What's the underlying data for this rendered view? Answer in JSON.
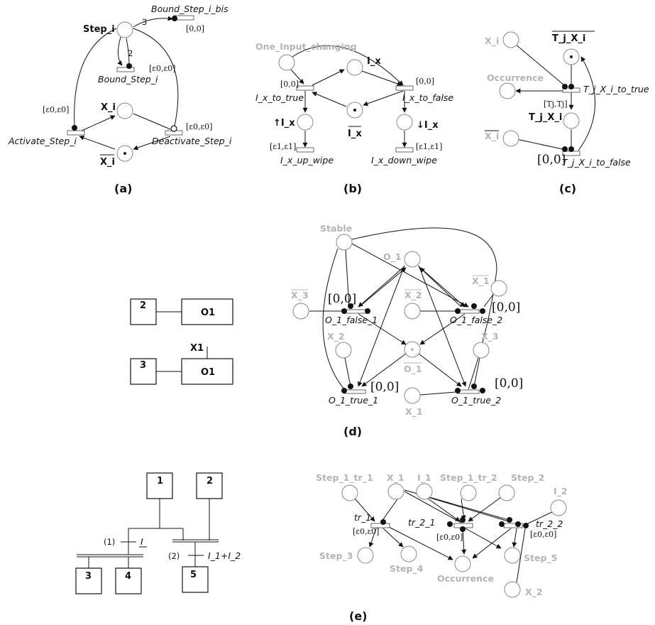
{
  "panels": {
    "a": {
      "caption": "(a)",
      "step_i": "Step_i",
      "bound_step_i_bis": "Bound_Step_i_bis",
      "bound_step_i": "Bound_Step_i",
      "x_i": "X_i",
      "x_i_bar": "X_i",
      "activate_step_i": "Activate_Step_i",
      "deactivate_step_i": "Deactivate_Step_i",
      "weight_3": "3",
      "weight_2": "2",
      "interval_00": "[0,0]",
      "interval_e0": "[ε0,ε0]"
    },
    "b": {
      "caption": "(b)",
      "one_input_changing": "One_Input_changing",
      "i_x": "I_x",
      "i_x_bar": "I_x",
      "i_x_to_true": "I_x_to_true",
      "i_x_to_false": "I_x_to_false",
      "up_i_x": "↑I_x",
      "down_i_x": "↓I_x",
      "i_x_up_wipe": "I_x_up_wipe",
      "i_x_down_wipe": "I_x_down_wipe",
      "interval_00": "[0,0]",
      "interval_e1": "[ε1,ε1]"
    },
    "c": {
      "caption": "(c)",
      "x_i": "X_i",
      "x_i_bar": "X_i",
      "t_j_x_i_bar": "T_j_X_i",
      "t_j_x_i": "T_j_X_i",
      "occurrence": "Occurrence",
      "t_j_x_i_to_true": "T_j_X_i_to_true",
      "t_j_x_i_to_false": "T_j_X_i_to_false",
      "interval_tj": "[Tj,Tj]",
      "interval_00": "[0,0]"
    },
    "d_grafcet": {
      "step_2": "2",
      "step_3": "3",
      "action_o1_a": "O1",
      "action_o1_b": "O1",
      "condition_x1": "X1"
    },
    "d": {
      "caption": "(d)",
      "stable": "Stable",
      "o_1": "O_1",
      "o_1_bar": "O_1",
      "x_3_bar": "X_3",
      "x_2_bar": "X_2",
      "x_1_bar": "X_1",
      "x_2": "X_2",
      "x_3": "X_3",
      "x_1": "X_1",
      "o_1_false_1": "O_1_false_1",
      "o_1_false_2": "O_1_false_2",
      "o_1_true_1": "O_1_true_1",
      "o_1_true_2": "O_1_true_2",
      "interval_00": "[0,0]"
    },
    "e_grafcet": {
      "step_1": "1",
      "step_2": "2",
      "step_3": "3",
      "step_4": "4",
      "step_5": "5",
      "label_1": "(1)",
      "label_2": "(2)",
      "cond_1": "I",
      "cond_2": "I_1+I_2"
    },
    "e": {
      "caption": "(e)",
      "step_1_tr_1": "Step_1_tr_1",
      "x_1": "X_1",
      "i_1": "I_1",
      "step_1_tr_2": "Step_1_tr_2",
      "step_2": "Step_2",
      "i_2": "I_2",
      "tr_1": "tr_1",
      "tr_2_1": "tr_2_1",
      "tr_2_2": "tr_2_2",
      "step_3": "Step_3",
      "step_4": "Step_4",
      "occurrence": "Occurrence",
      "step_5": "Step_5",
      "x_2": "X_2",
      "interval_e0": "[ε0,ε0]"
    }
  }
}
